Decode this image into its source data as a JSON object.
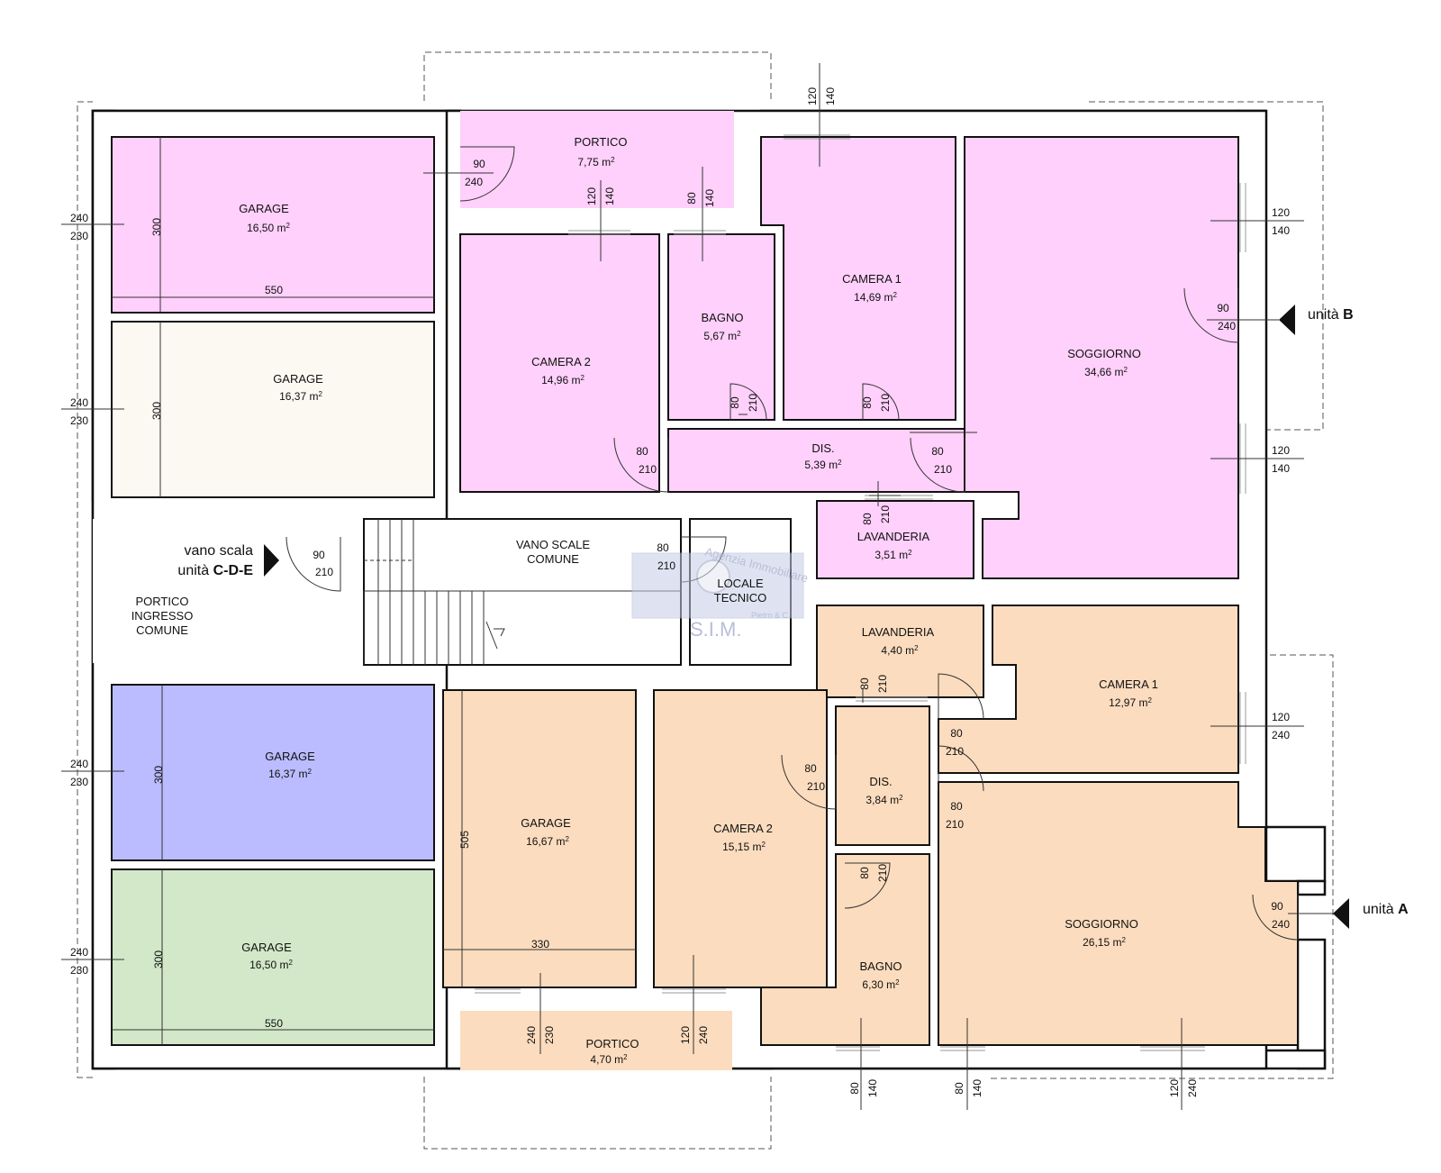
{
  "colors": {
    "unit_b": "#ffd0fb",
    "unit_a": "#fcdcbe",
    "garage_beige": "#fcf9f2",
    "garage_blue": "#bbbcff",
    "garage_green": "#d2e8c8",
    "wall": "#111111",
    "common": "#ffffff"
  },
  "rooms": {
    "portico_top": {
      "name": "PORTICO",
      "area": "7,75 m"
    },
    "garage_1": {
      "name": "GARAGE",
      "area": "16,50 m"
    },
    "garage_2": {
      "name": "GARAGE",
      "area": "16,37 m"
    },
    "garage_3": {
      "name": "GARAGE",
      "area": "16,37 m"
    },
    "garage_4": {
      "name": "GARAGE",
      "area": "16,50 m"
    },
    "garage_5": {
      "name": "GARAGE",
      "area": "16,67 m"
    },
    "b_camera2": {
      "name": "CAMERA 2",
      "area": "14,96 m"
    },
    "b_bagno": {
      "name": "BAGNO",
      "area": "5,67 m"
    },
    "b_camera1": {
      "name": "CAMERA 1",
      "area": "14,69 m"
    },
    "b_soggiorno": {
      "name": "SOGGIORNO",
      "area": "34,66 m"
    },
    "b_dis": {
      "name": "DIS.",
      "area": "5,39 m"
    },
    "b_lavanderia": {
      "name": "LAVANDERIA",
      "area": "3,51 m"
    },
    "vano_scale": {
      "name1": "VANO SCALE",
      "name2": "COMUNE"
    },
    "locale_tecnico": {
      "name1": "LOCALE",
      "name2": "TECNICO"
    },
    "portico_ingresso": {
      "name1": "PORTICO",
      "name2": "INGRESSO",
      "name3": "COMUNE"
    },
    "a_lavanderia": {
      "name": "LAVANDERIA",
      "area": "4,40 m"
    },
    "a_camera1": {
      "name": "CAMERA 1",
      "area": "12,97 m"
    },
    "a_camera2": {
      "name": "CAMERA 2",
      "area": "15,15 m"
    },
    "a_dis": {
      "name": "DIS.",
      "area": "3,84 m"
    },
    "a_bagno": {
      "name": "BAGNO",
      "area": "6,30 m"
    },
    "a_soggiorno": {
      "name": "SOGGIORNO",
      "area": "26,15 m"
    },
    "portico_bottom": {
      "name": "PORTICO",
      "area": "4,70 m"
    }
  },
  "area_unit_sup": "2",
  "labels": {
    "vano_scala_line1": "vano scala",
    "vano_scala_prefix": "unità ",
    "vano_scala_units": "C-D-E",
    "unit_b_prefix": "unità ",
    "unit_b_letter": "B",
    "unit_a_prefix": "unità ",
    "unit_a_letter": "A"
  },
  "dims": {
    "d240": "240",
    "d230": "230",
    "d300": "300",
    "d550": "550",
    "d90": "90",
    "d80": "80",
    "d120": "120",
    "d140": "140",
    "d210": "210",
    "d505": "505",
    "d330": "330"
  },
  "watermark": {
    "line1": "Agenzia Immobiliare",
    "line2": "S.I.M.",
    "line3": "Pietro & C."
  }
}
